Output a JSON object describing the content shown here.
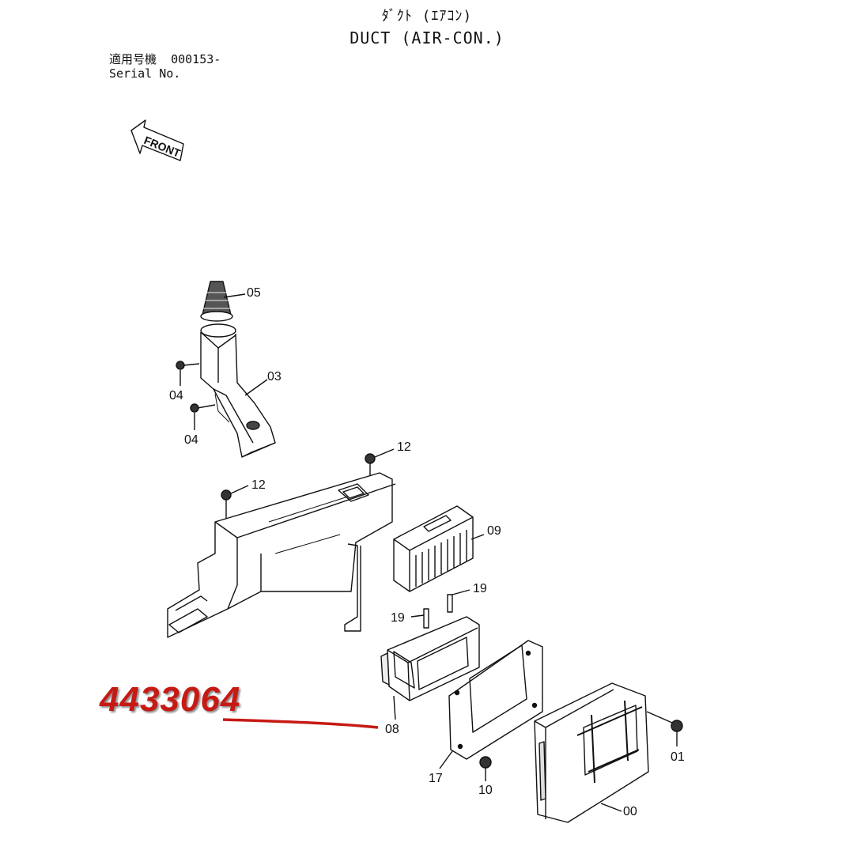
{
  "header": {
    "title_jp": "ﾀﾞｸﾄ (ｴｱｺﾝ)",
    "title_en": "DUCT (AIR-CON.)"
  },
  "serial": {
    "label_jp": "適用号機",
    "value": "000153-",
    "label_en": "Serial No."
  },
  "front_arrow": {
    "label": "FRONT"
  },
  "part_labels": [
    "05",
    "03",
    "04",
    "04",
    "12",
    "12",
    "09",
    "19",
    "19",
    "08",
    "17",
    "10",
    "01",
    "00"
  ],
  "annotation": {
    "part_number": "4433064",
    "color": "#c61a14"
  }
}
